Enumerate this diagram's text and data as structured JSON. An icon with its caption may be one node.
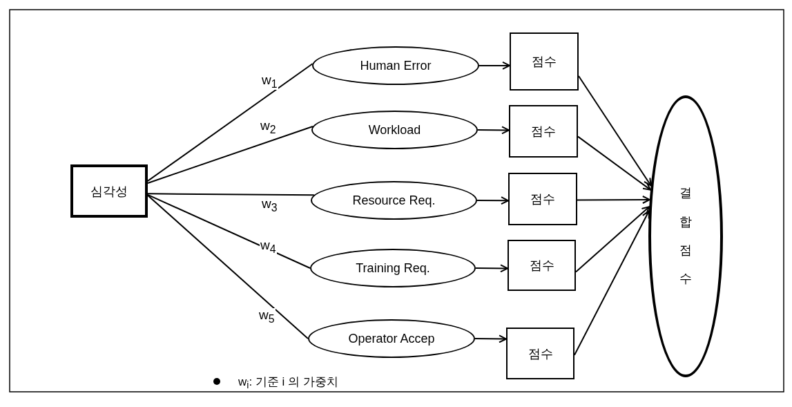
{
  "diagram": {
    "nodes": [
      {
        "text": [
          "심각성"
        ]
      },
      {
        "text": [
          "Human Error"
        ]
      },
      {
        "text": [
          "Workload"
        ]
      },
      {
        "text": [
          "Resource Req."
        ]
      },
      {
        "text": [
          "Training Req."
        ]
      },
      {
        "text": [
          "Operator Accep"
        ]
      },
      {
        "text": [
          "점수"
        ]
      },
      {
        "text": [
          "점수"
        ]
      },
      {
        "text": [
          "점수"
        ]
      },
      {
        "text": [
          "점수"
        ]
      },
      {
        "text": [
          "점수"
        ]
      },
      {
        "text": [
          "결합점수"
        ]
      }
    ],
    "edges": [
      {
        "from": 0,
        "to": 1,
        "arrow": "none",
        "label": "w$_{1}$"
      },
      {
        "from": 0,
        "to": 2,
        "arrow": "none",
        "label": "w$_{2}$"
      },
      {
        "from": 0,
        "to": 3,
        "arrow": "none",
        "label": "w$_{3}$"
      },
      {
        "from": 0,
        "to": 4,
        "arrow": "none",
        "label": "w$_{4}$"
      },
      {
        "from": 0,
        "to": 5,
        "arrow": "none",
        "label": "w$_{5}$"
      },
      {
        "from": 1,
        "to": 6,
        "arrow": "to"
      },
      {
        "from": 2,
        "to": 7,
        "arrow": "to"
      },
      {
        "from": 3,
        "to": 8,
        "arrow": "to"
      },
      {
        "from": 4,
        "to": 9,
        "arrow": "to"
      },
      {
        "from": 5,
        "to": 10,
        "arrow": "to"
      },
      {
        "from": 6,
        "to": 11,
        "arrow": "to"
      },
      {
        "from": 7,
        "to": 11,
        "arrow": "to"
      },
      {
        "from": 8,
        "to": 11,
        "arrow": "to"
      },
      {
        "from": 9,
        "to": 11,
        "arrow": "to"
      },
      {
        "from": 10,
        "to": 11,
        "arrow": "to"
      }
    ],
    "labels": [
      "w$_{i}$: 기준 i 의 가중치"
    ]
  }
}
